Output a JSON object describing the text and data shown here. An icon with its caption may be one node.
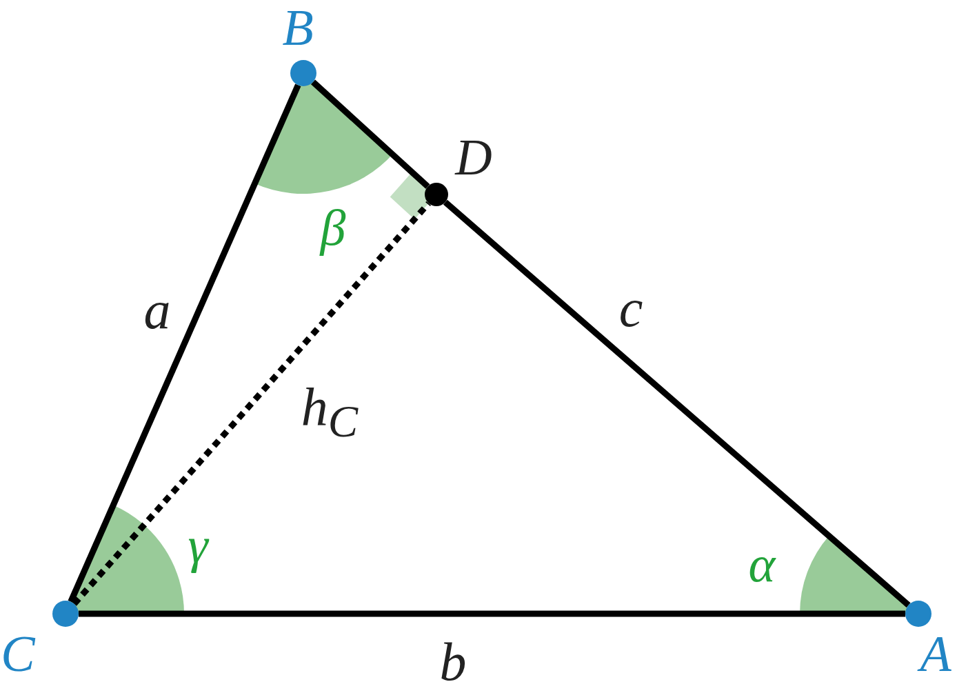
{
  "diagram": {
    "nodes": [
      {
        "text": [
          "B"
        ]
      },
      {
        "text": [
          "D"
        ]
      },
      {
        "text": [
          "C"
        ]
      },
      {
        "text": [
          "A"
        ]
      }
    ],
    "edges": [
      {
        "from": 2,
        "to": 0,
        "arrow": "none",
        "label": "a"
      },
      {
        "from": 2,
        "to": 3,
        "arrow": "none",
        "label": "b"
      },
      {
        "from": 0,
        "to": 1,
        "arrow": "none"
      },
      {
        "from": 1,
        "to": 3,
        "arrow": "none",
        "label": "c"
      },
      {
        "from": 2,
        "to": 1,
        "arrow": "none",
        "label": "h$_{C}$",
        "style": "dashed"
      }
    ],
    "labels": [
      "β",
      "γ",
      "α"
    ]
  }
}
